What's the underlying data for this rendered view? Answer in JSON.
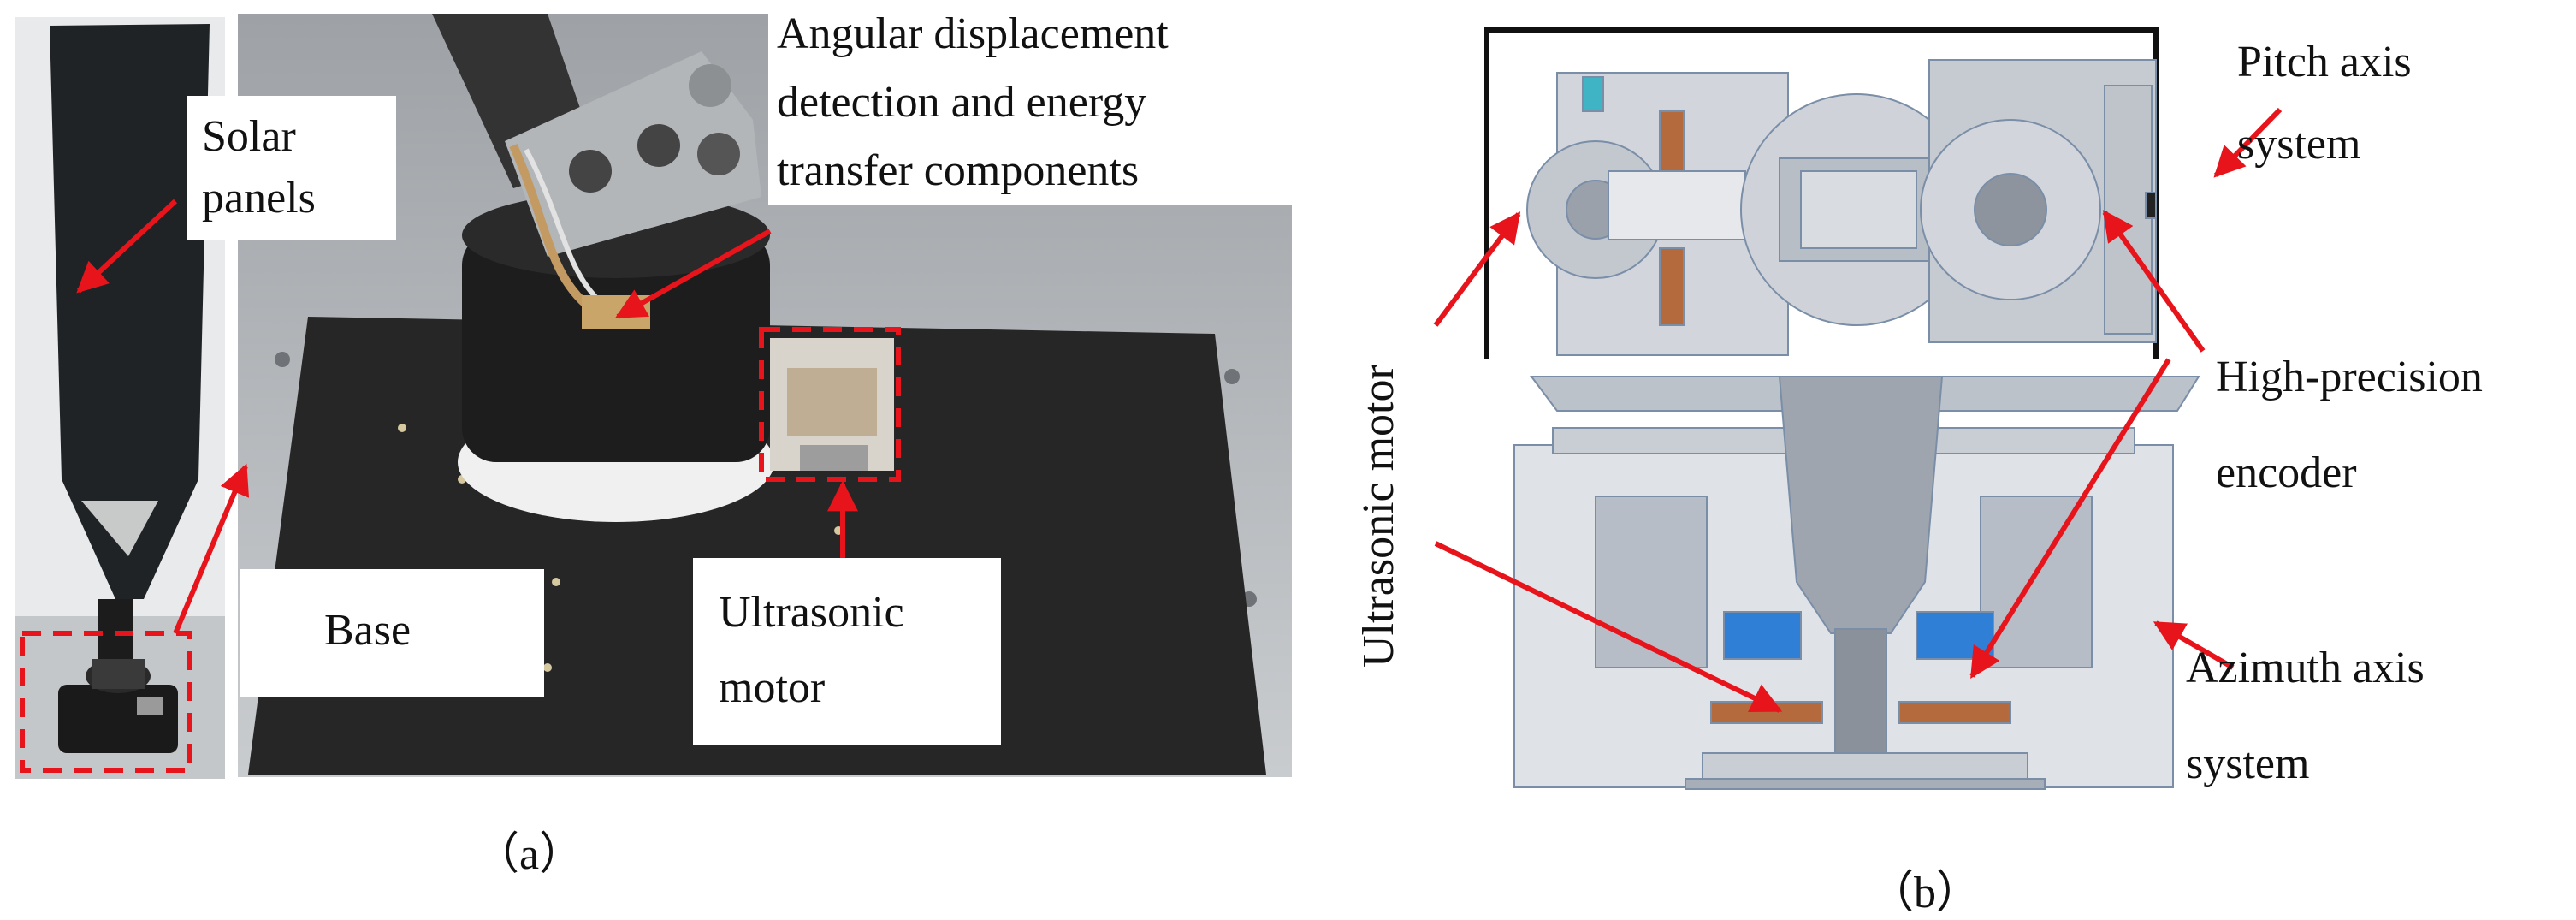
{
  "panel_a": {
    "labels": {
      "solar": [
        "Solar",
        "panels"
      ],
      "angular": [
        "Angular displacement",
        "detection and energy",
        "transfer components"
      ],
      "base": "Base",
      "motor": [
        "Ultrasonic",
        "motor"
      ]
    },
    "caption": "（a）"
  },
  "panel_b": {
    "labels": {
      "pitch": [
        "Pitch axis",
        "system"
      ],
      "ultrasonic_vertical": "Ultrasonic motor",
      "encoder": [
        "High-precision",
        "encoder"
      ],
      "azimuth": [
        "Azimuth axis",
        "system"
      ]
    },
    "caption": "（b）"
  },
  "colors": {
    "arrow": "#e8141b",
    "dashed_box": "#e8141b",
    "photo_dark": "#2b2b2b",
    "photo_light": "#b9bcbf",
    "cad_grey": "#c8ccd2",
    "cad_blue": "#2f7fd6",
    "cad_copper": "#b46a3c"
  }
}
